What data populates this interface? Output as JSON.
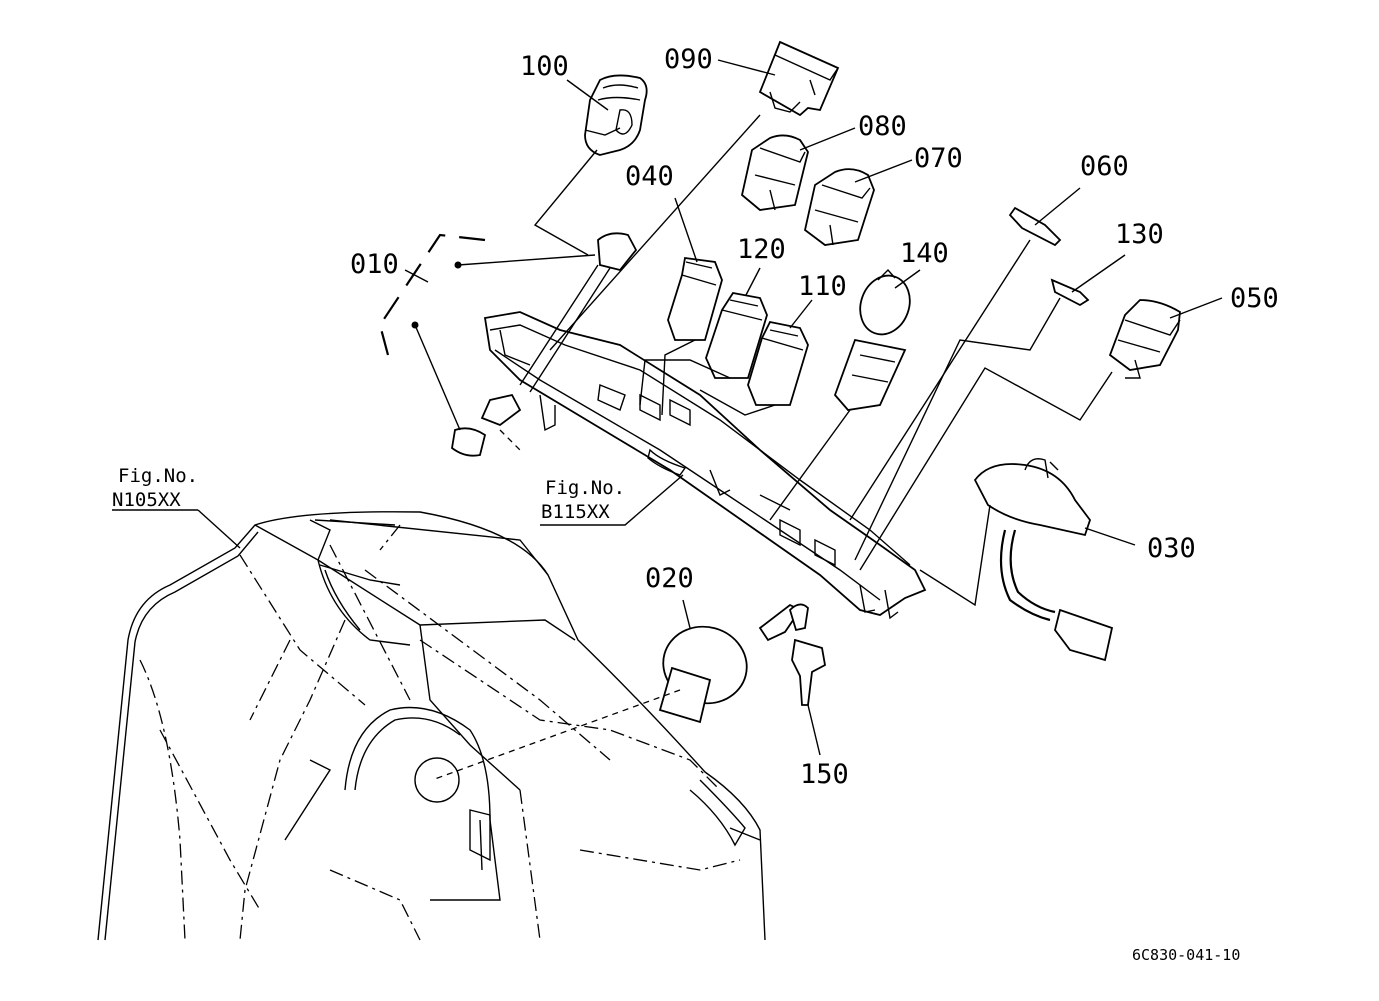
{
  "diagram": {
    "drawing_code": "6C830-041-10",
    "references": [
      {
        "id": "ref-n105",
        "line1": "Fig.No.",
        "line2": "N105XX"
      },
      {
        "id": "ref-b115",
        "line1": "Fig.No.",
        "line2": "B115XX"
      }
    ],
    "parts": [
      {
        "id": "p100",
        "label": "100"
      },
      {
        "id": "p090",
        "label": "090"
      },
      {
        "id": "p080",
        "label": "080"
      },
      {
        "id": "p070",
        "label": "070"
      },
      {
        "id": "p060",
        "label": "060"
      },
      {
        "id": "p040",
        "label": "040"
      },
      {
        "id": "p120",
        "label": "120"
      },
      {
        "id": "p110",
        "label": "110"
      },
      {
        "id": "p140",
        "label": "140"
      },
      {
        "id": "p130",
        "label": "130"
      },
      {
        "id": "p050",
        "label": "050"
      },
      {
        "id": "p010",
        "label": "010"
      },
      {
        "id": "p030",
        "label": "030"
      },
      {
        "id": "p020",
        "label": "020"
      },
      {
        "id": "p150",
        "label": "150"
      }
    ]
  }
}
